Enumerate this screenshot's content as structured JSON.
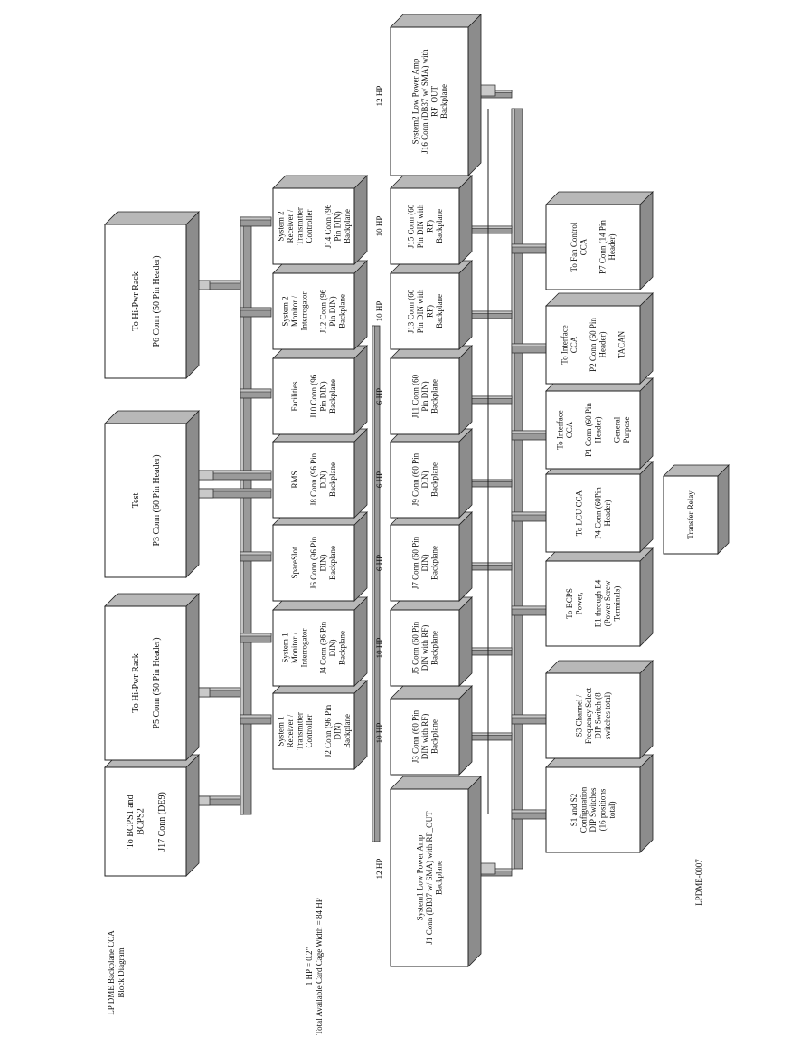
{
  "diagram": {
    "title_lines": [
      "LP DME Backplane CCA",
      "Block Diagram"
    ],
    "note_lines": [
      "1 HP = 0.2\"",
      "Total Available Card Cage Width = 84 HP"
    ],
    "figure_id": "LPDME-0007",
    "blocks": [
      {
        "id": "bcps12",
        "lines": [
          "To BCPS1 and",
          "BCPS2",
          "",
          "J17 Conn (DE9)"
        ]
      },
      {
        "id": "hipwr5",
        "lines": [
          "To Hi-Pwr Rack",
          "",
          "P5 Conn (50 Pin Header)"
        ]
      },
      {
        "id": "test",
        "lines": [
          "Test",
          "",
          "P3 Conn (60 Pin Header)"
        ]
      },
      {
        "id": "hipwr6",
        "lines": [
          "To Hi-Pwr Rack",
          "",
          "P6 Conn (50 Pin Header)"
        ]
      },
      {
        "id": "sys1rt",
        "lines": [
          "System 1",
          "Receiver /",
          "Transmitter",
          "Controller",
          "",
          "J2 Conn (96 Pin",
          "DIN)",
          "Backplane"
        ]
      },
      {
        "id": "sys1mi",
        "lines": [
          "System 1",
          "Monitor /",
          "Interrogator",
          "",
          "J4 Conn (96 Pin",
          "DIN)",
          "Backplane"
        ]
      },
      {
        "id": "spare",
        "lines": [
          "SpareSlot",
          "",
          "J6 Conn (96 Pin",
          "DIN)",
          "Backplane"
        ]
      },
      {
        "id": "rms",
        "lines": [
          "RMS",
          "",
          "J8 Conn (96 Pin",
          "DIN)",
          "Backplane"
        ]
      },
      {
        "id": "facilities",
        "lines": [
          "Facilities",
          "",
          "J10 Conn (96",
          "Pin DIN)",
          "Backplane"
        ]
      },
      {
        "id": "sys2mi",
        "lines": [
          "System 2",
          "Monitor /",
          "Interrogator",
          "",
          "J12 Conn (96",
          "Pin DIN)",
          "Backplane"
        ]
      },
      {
        "id": "sys2rt",
        "lines": [
          "System 2",
          "Receiver /",
          "Transmitter",
          "Controller",
          "",
          "J14 Conn (96",
          "Pin DIN)",
          "Backplane"
        ]
      },
      {
        "id": "sys1lpa",
        "lines": [
          "System1 Low Power Amp",
          "J1 Conn (DB37 w/ SMA) with RF_OUT",
          "Backplane"
        ]
      },
      {
        "id": "j3",
        "lines": [
          "J3 Conn (60 Pin",
          "DIN with RF)",
          "Backplane"
        ]
      },
      {
        "id": "j5",
        "lines": [
          "J5 Conn (60 Pin",
          "DIN with RF)",
          "Backplane"
        ]
      },
      {
        "id": "j7",
        "lines": [
          "J7 Conn (60 Pin",
          "DIN)",
          "Backplane"
        ]
      },
      {
        "id": "j9",
        "lines": [
          "J9 Conn (60 Pin",
          "DIN)",
          "Backplane"
        ]
      },
      {
        "id": "j11",
        "lines": [
          "J11 Conn (60",
          "Pin DIN)",
          "Backplane"
        ]
      },
      {
        "id": "j13",
        "lines": [
          "J13 Conn (60",
          "Pin DIN with",
          "RF)",
          "Backplane"
        ]
      },
      {
        "id": "j15",
        "lines": [
          "J15 Conn (60",
          "Pin DIN with",
          "RF)",
          "Backplane"
        ]
      },
      {
        "id": "sys2lpa",
        "lines": [
          "System2 Low Power Amp",
          "J16 Conn (DB37 w/ SMA) with",
          "RF_OUT",
          "Backplane"
        ]
      },
      {
        "id": "s1s2",
        "lines": [
          "S1 and S2",
          "Configuration",
          "DIP Switches",
          "(16 positions",
          "total)"
        ]
      },
      {
        "id": "s3",
        "lines": [
          "S3 Channel /",
          "Frequency Select",
          "DIP Switch (8",
          "switches total)"
        ]
      },
      {
        "id": "bcps",
        "lines": [
          "To BCPS",
          "Power,",
          "",
          "E1 through E4",
          "(Power Screw",
          "Terminals)"
        ]
      },
      {
        "id": "lcu",
        "lines": [
          "To LCU CCA",
          "",
          "P4 Conn (60Pin",
          "Header)"
        ]
      },
      {
        "id": "iface1",
        "lines": [
          "To Interface",
          "CCA",
          "",
          "P1 Conn (60 Pin",
          "Header)",
          "",
          "General",
          "Purpose"
        ]
      },
      {
        "id": "iface2",
        "lines": [
          "To Interface",
          "CCA",
          "",
          "P2 Conn (60 Pin",
          "Header)",
          "",
          "TACAN"
        ]
      },
      {
        "id": "fan",
        "lines": [
          "To Fan Control",
          "CCA",
          "",
          "P7 Conn (14 Pin",
          "Header)"
        ]
      },
      {
        "id": "relay",
        "lines": [
          "Transfer Relay"
        ]
      }
    ],
    "hp_labels": [
      {
        "id": "hp_lpa1",
        "text": "12 HP"
      },
      {
        "id": "hp_j3",
        "text": "10 HP"
      },
      {
        "id": "hp_j5",
        "text": "10 HP"
      },
      {
        "id": "hp_j7",
        "text": "6 HP"
      },
      {
        "id": "hp_j9",
        "text": "6 HP"
      },
      {
        "id": "hp_j11",
        "text": "6 HP"
      },
      {
        "id": "hp_j13",
        "text": "10 HP"
      },
      {
        "id": "hp_j15",
        "text": "10 HP"
      },
      {
        "id": "hp_lpa2",
        "text": "12 HP"
      }
    ]
  }
}
